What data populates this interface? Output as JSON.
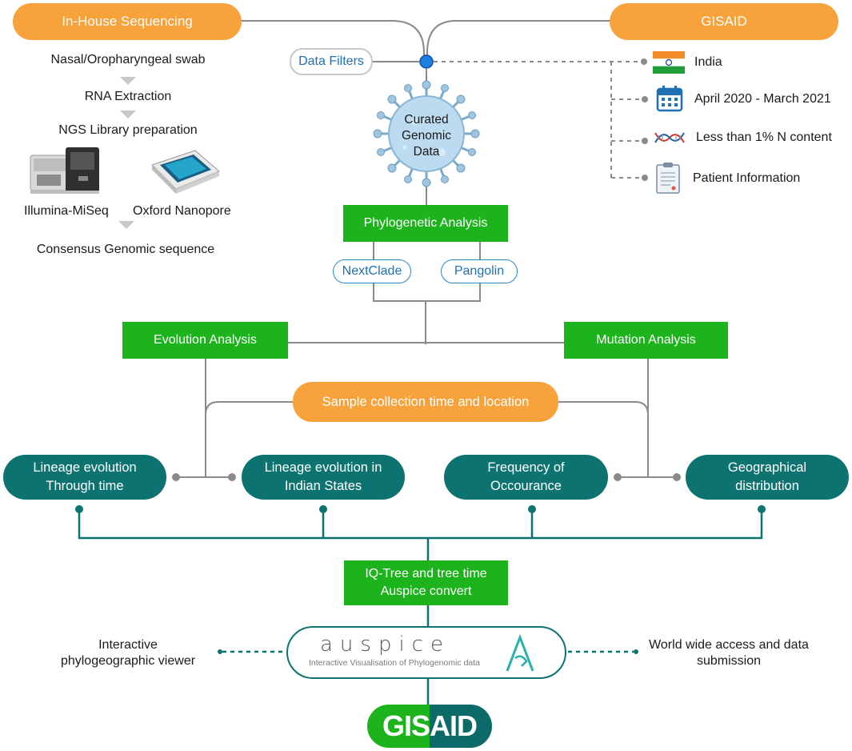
{
  "sources": {
    "in_house": "In-House Sequencing",
    "gisaid": "GISAID"
  },
  "in_house_steps": {
    "swab": "Nasal/Oropharyngeal swab",
    "rna": "RNA Extraction",
    "ngs": "NGS Library preparation",
    "illumina": "Illumina-MiSeq",
    "nanopore": "Oxford Nanopore",
    "consensus": "Consensus Genomic sequence"
  },
  "filters": {
    "label": "Data Filters",
    "items": [
      {
        "label": "India",
        "icon": "india-flag-icon"
      },
      {
        "label": "April 2020 - March 2021",
        "icon": "calendar-icon"
      },
      {
        "label": "Less than 1% N content",
        "icon": "dna-icon"
      },
      {
        "label": "Patient Information",
        "icon": "clipboard-icon"
      }
    ]
  },
  "virus": {
    "line1": "Curated",
    "line2": "Genomic",
    "line3": "Data"
  },
  "phylo": {
    "title": "Phylogenetic Analysis",
    "tool1": "NextClade",
    "tool2": "Pangolin"
  },
  "analysis": {
    "evolution": "Evolution Analysis",
    "mutation": "Mutation Analysis",
    "sample": "Sample collection time and location"
  },
  "outputs": [
    {
      "line1": "Lineage evolution",
      "line2": "Through time"
    },
    {
      "line1": "Lineage evolution in",
      "line2": "Indian States"
    },
    {
      "line1": "Frequency of",
      "line2": "Occourance"
    },
    {
      "line1": "Geographical",
      "line2": "distribution"
    }
  ],
  "tree": {
    "line1": "IQ-Tree and tree time",
    "line2": "Auspice convert"
  },
  "auspice": {
    "logo": "auspice",
    "subtitle": "Interactive Visualisation of Phylogenomic data",
    "left_line1": "Interactive",
    "left_line2": "phylogeographic viewer",
    "right_line1": "World wide access and data",
    "right_line2": "submission"
  },
  "gisaid_logo": {
    "part1": "GIS",
    "part2": "AID"
  },
  "colors": {
    "orange": "#f7a23b",
    "green": "#1db31d",
    "teal": "#0c7371",
    "blue": "#2a86c9",
    "gray_line": "#8a8a8a"
  }
}
